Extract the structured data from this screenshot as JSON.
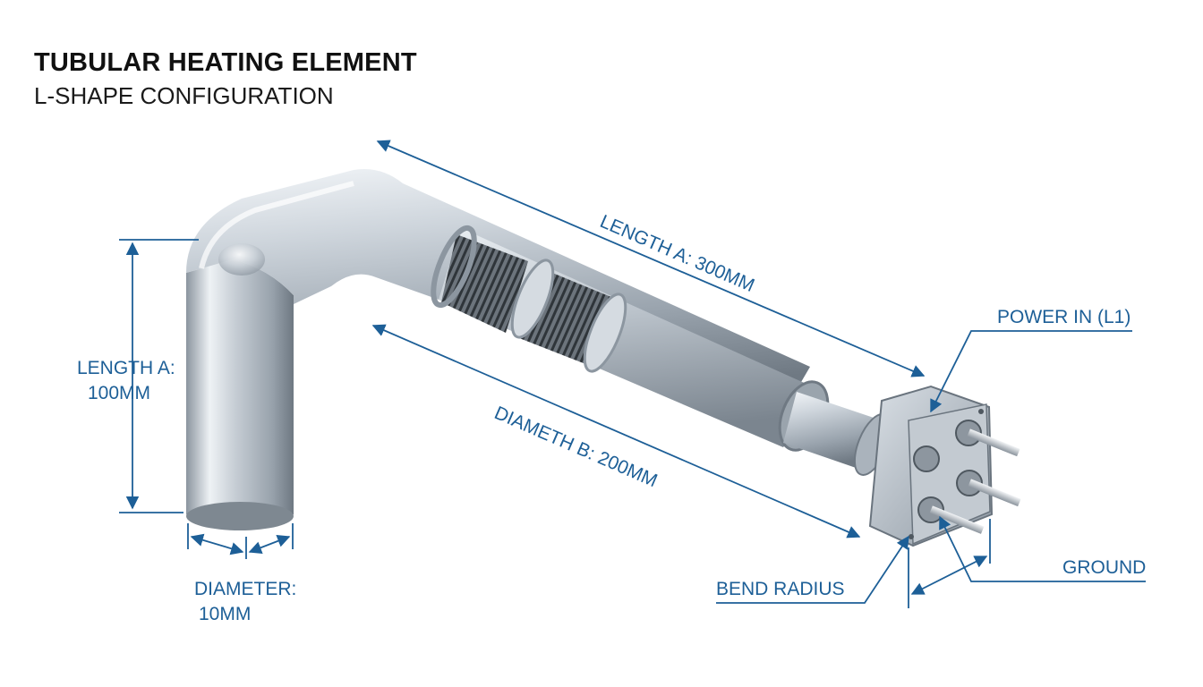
{
  "title": "TUBULAR HEATING ELEMENT",
  "subtitle": "L-SHAPE CONFIGURATION",
  "labels": {
    "length_a_top": "LENGTH A: 300MM",
    "length_a_side_line1": "LENGTH A:",
    "length_a_side_line2": "100MM",
    "diameter_b": "DIAMETH B: 200MM",
    "diameter_line1": "DIAMETER:",
    "diameter_line2": "10MM",
    "power_in": "POWER IN (L1)",
    "ground": "GROUND",
    "bend_radius": "BEND RADIUS"
  },
  "colors": {
    "dimension": "#1d5f97",
    "steel_light": "#f2f5f8",
    "steel_mid": "#b9c2cb",
    "steel_dark": "#6f7a85",
    "coil": "#3d4349"
  }
}
